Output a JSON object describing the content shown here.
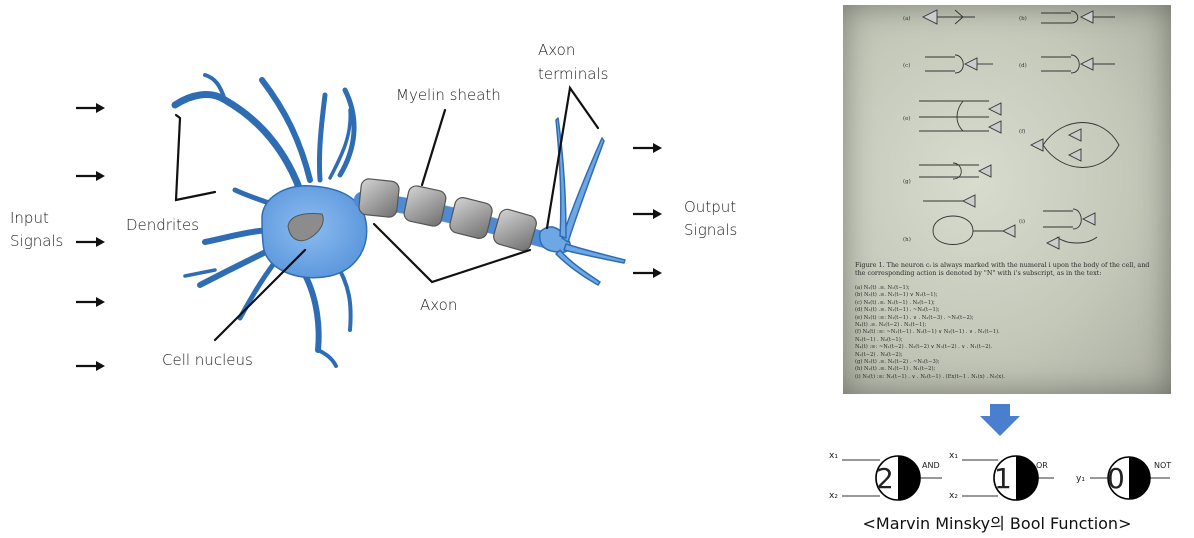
{
  "neuron": {
    "labels": {
      "input": "Input\nSignals",
      "dendrites": "Dendrites",
      "cell_nucleus": "Cell nucleus",
      "myelin_sheath": "Myelin sheath",
      "axon": "Axon",
      "axon_terminals": "Axon\nterminals",
      "output": "Output\nSignals"
    },
    "colors": {
      "cell": "#6fa6e4",
      "cell_outline": "#2e6db3",
      "myelin": "#9a9a9a",
      "nucleus": "#8c8c8c"
    }
  },
  "paper": {
    "panels": [
      "(a)",
      "(b)",
      "(c)",
      "(d)",
      "(e)",
      "(f)",
      "(g)",
      "(h)",
      "(i)"
    ],
    "caption": "Figure 1. The neuron cᵢ is always marked with the numeral i upon the body of the cell, and the corresponding action is denoted by \"N\" with i's subscript, as in the text:",
    "equations": [
      "(a) N₂(t) .≡. N₁(t−1);",
      "(b) N₃(t) .≡. N₁(t−1) ∨ N₂(t−1);",
      "(c) N₃(t) .≡. N₁(t−1) . N₂(t−1);",
      "(d) N₃(t) .≡. N₁(t−1) . ~N₂(t−1);",
      "(e) N₃(t) :≡: N₁(t−1) . ∨ . N₂(t−3) . ~N₂(t−2);",
      "    N₄(t) .≡. N₂(t−2) . N₂(t−1);",
      "(f) N₄(t) :≡: ~N₁(t−1) . N₂(t−1) ∨ N₃(t−1) . ∨ . N₁(t−1).",
      "    N₂(t−1) . N₃(t−1);",
      "    N₄(t) :≡: ~N₁(t−2) . N₂(t−2) ∨ N₃(t−2) . ∨ . N₁(t−2).",
      "    N₂(t−2) . N₃(t−2);",
      "(g) N₃(t) .≡. N₂(t−2) . ~N₁(t−3);",
      "(h) N₂(t) .≡. N₁(t−1) . N₁(t−2);",
      "(i) N₃(t) :≡: N₂(t−1) . ∨ . N₁(t−1) . (Ex)t−1 . N₁(x) . N₂(x)."
    ]
  },
  "minsky": {
    "gates": [
      {
        "inputs": [
          "x₁",
          "x₂"
        ],
        "threshold": "2",
        "output": "AND"
      },
      {
        "inputs": [
          "x₁",
          "x₂"
        ],
        "threshold": "1",
        "output": "OR"
      },
      {
        "inputs": [
          "y₁"
        ],
        "threshold": "0",
        "output": "NOT"
      }
    ],
    "arrow_color": "#4a7fd0",
    "caption": "<Marvin Minsky의 Bool Function>"
  }
}
